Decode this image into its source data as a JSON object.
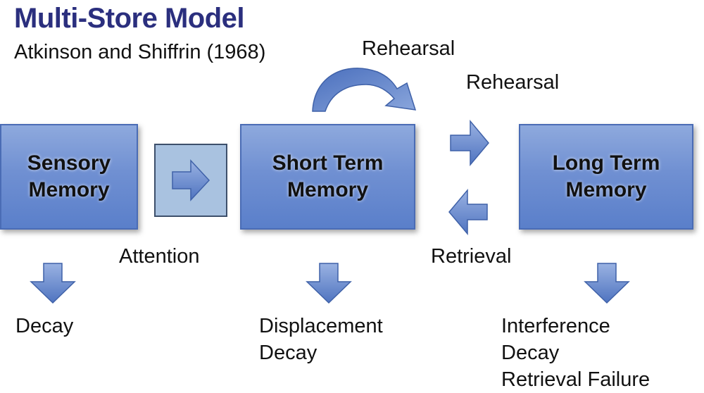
{
  "title": "Multi-Store Model",
  "subtitle": "Atkinson and Shiffrin (1968)",
  "boxes": {
    "sensory": [
      "Sensory",
      "Memory"
    ],
    "stm": [
      "Short Term",
      "Memory"
    ],
    "ltm": [
      "Long Term",
      "Memory"
    ]
  },
  "labels": {
    "rehearsal_loop": "Rehearsal",
    "rehearsal_transfer": "Rehearsal",
    "attention": "Attention",
    "retrieval": "Retrieval"
  },
  "outcomes": {
    "sensory": [
      "Decay"
    ],
    "stm": [
      "Displacement",
      "Decay"
    ],
    "ltm": [
      "Interference",
      "Decay",
      "Retrieval Failure"
    ]
  },
  "colors": {
    "title": "#2b2f7e",
    "box_fill": "#7090d2",
    "arrow_fill": "#6286cc",
    "attention_frame": "#a9c2e0"
  }
}
